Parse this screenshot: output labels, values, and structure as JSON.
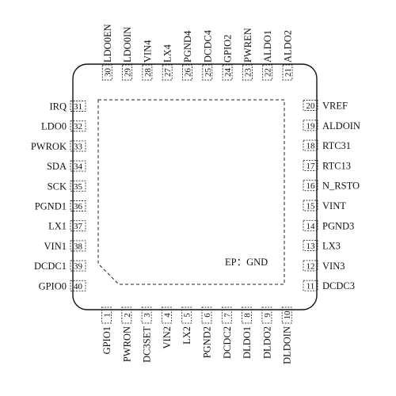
{
  "chip": {
    "ep_label": "EP：GND"
  },
  "pins": {
    "top": [
      {
        "num": "30",
        "name": "LDO0EN"
      },
      {
        "num": "29",
        "name": "LDO0IN"
      },
      {
        "num": "28",
        "name": "VIN4"
      },
      {
        "num": "27",
        "name": "LX4"
      },
      {
        "num": "26",
        "name": "PGND4"
      },
      {
        "num": "25",
        "name": "DCDC4"
      },
      {
        "num": "24",
        "name": "GPIO2"
      },
      {
        "num": "23",
        "name": "PWREN"
      },
      {
        "num": "22",
        "name": "ALDO1"
      },
      {
        "num": "21",
        "name": "ALDO2"
      }
    ],
    "left": [
      {
        "num": "31",
        "name": "IRQ"
      },
      {
        "num": "32",
        "name": "LDO0"
      },
      {
        "num": "33",
        "name": "PWROK"
      },
      {
        "num": "34",
        "name": "SDA"
      },
      {
        "num": "35",
        "name": "SCK"
      },
      {
        "num": "36",
        "name": "PGND1"
      },
      {
        "num": "37",
        "name": "LX1"
      },
      {
        "num": "38",
        "name": "VIN1"
      },
      {
        "num": "39",
        "name": "DCDC1"
      },
      {
        "num": "40",
        "name": "GPIO0"
      }
    ],
    "right": [
      {
        "num": "20",
        "name": "VREF"
      },
      {
        "num": "19",
        "name": "ALDOIN"
      },
      {
        "num": "18",
        "name": "RTC31"
      },
      {
        "num": "17",
        "name": "RTC13"
      },
      {
        "num": "16",
        "name": "N_RSTO"
      },
      {
        "num": "15",
        "name": "VINT"
      },
      {
        "num": "14",
        "name": "PGND3"
      },
      {
        "num": "13",
        "name": "LX3"
      },
      {
        "num": "12",
        "name": "VIN3"
      },
      {
        "num": "11",
        "name": "DCDC3"
      }
    ],
    "bottom": [
      {
        "num": "1",
        "name": "GPIO1"
      },
      {
        "num": "2",
        "name": "PWRON"
      },
      {
        "num": "3",
        "name": "DC3SET"
      },
      {
        "num": "4",
        "name": "VIN2"
      },
      {
        "num": "5",
        "name": "LX2"
      },
      {
        "num": "6",
        "name": "PGND2"
      },
      {
        "num": "7",
        "name": "DCDC2"
      },
      {
        "num": "8",
        "name": "DLDO1"
      },
      {
        "num": "9",
        "name": "DLDO2"
      },
      {
        "num": "10",
        "name": "DLDOIN"
      }
    ]
  }
}
